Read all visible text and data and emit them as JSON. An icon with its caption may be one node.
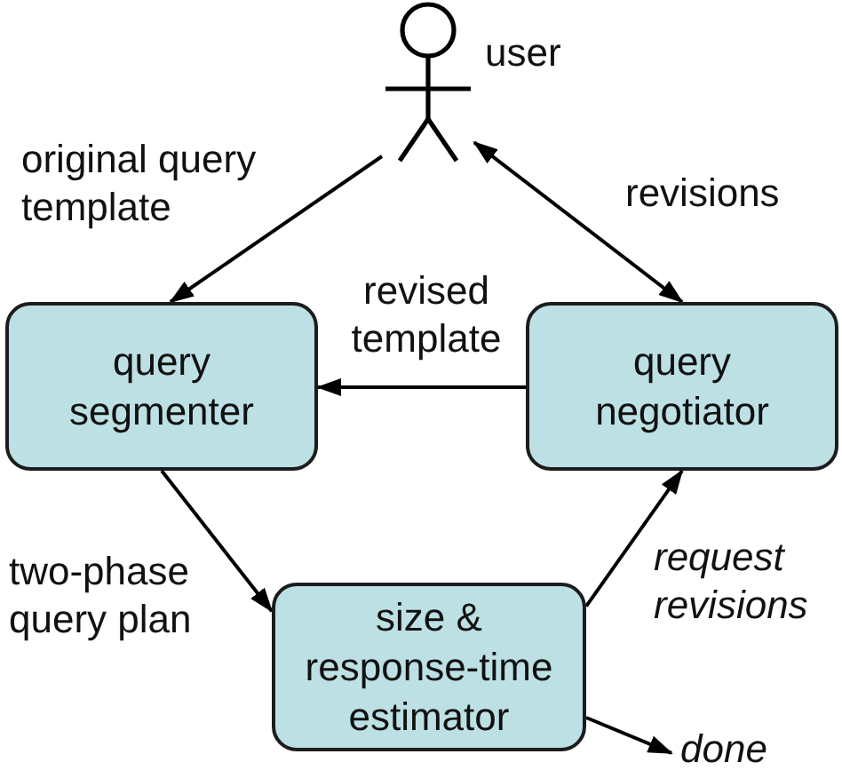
{
  "diagram": {
    "nodes": [
      {
        "text": [],
        "shape": "person",
        "beside": [
          "user"
        ]
      },
      {
        "text": [
          "query segmenter"
        ]
      },
      {
        "text": [
          "query negotiator"
        ]
      },
      {
        "text": [
          "size & response-time estimator"
        ]
      },
      {
        "text": [
          "done"
        ]
      }
    ],
    "edges": [
      {
        "from": 0,
        "to": 1,
        "arrow": "to",
        "label": "original query template"
      },
      {
        "from": 0,
        "to": 2,
        "arrow": "both",
        "label": "revisions"
      },
      {
        "from": 2,
        "to": 1,
        "arrow": "to",
        "label": "revised template"
      },
      {
        "from": 1,
        "to": 3,
        "arrow": "to",
        "label": "two-phase query plan"
      },
      {
        "from": 3,
        "to": 2,
        "arrow": "to",
        "label": "request revisions"
      },
      {
        "from": 3,
        "to": 4,
        "arrow": "to"
      }
    ]
  }
}
